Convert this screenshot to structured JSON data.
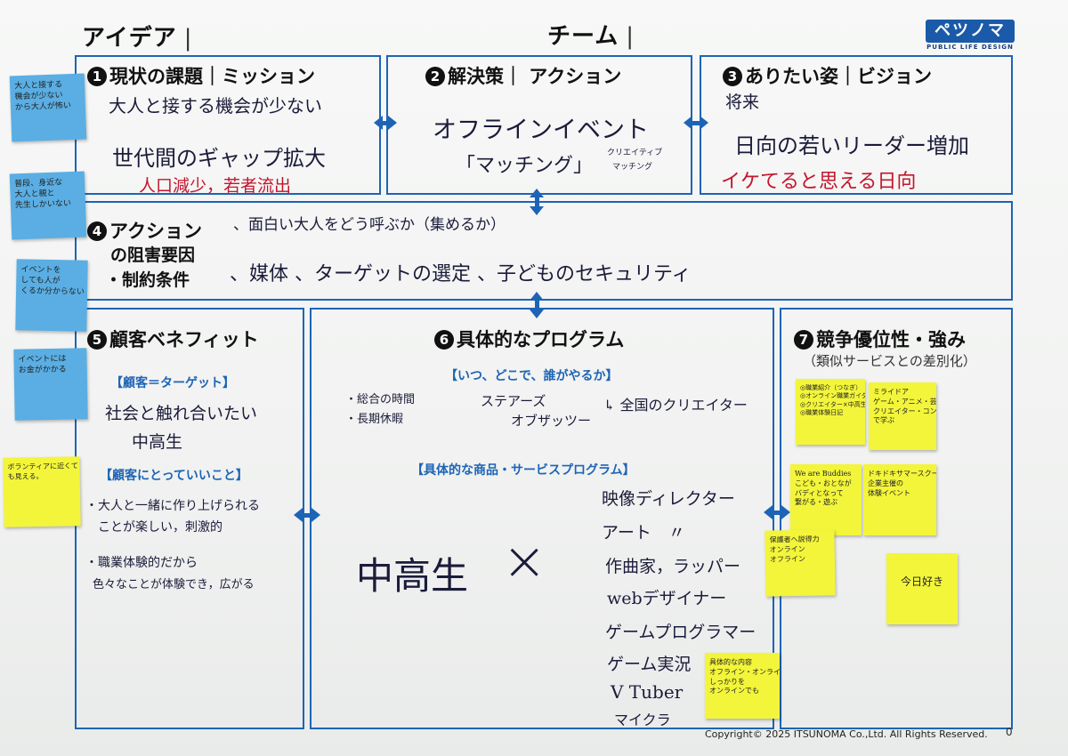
{
  "header": {
    "idea": "アイデア",
    "team": "チーム",
    "logo_mark": "ペツノマ",
    "logo_sub": "PUBLIC LIFE DESIGN"
  },
  "sections": {
    "s1": {
      "num": "1",
      "title": "現状の課題｜ミッション",
      "lines": [
        "大人と接する機会が少ない",
        "世代間のギャップ拡大"
      ],
      "red": "人口減少，若者流出"
    },
    "s2": {
      "num": "2",
      "title": "解決策｜ アクション",
      "lines": [
        "オフラインイベント",
        "「マッチング」"
      ],
      "small": [
        "クリエイティブ",
        "マッチング"
      ]
    },
    "s3": {
      "num": "3",
      "title": "ありたい姿｜ビジョン",
      "lines": [
        "将来",
        "日向の若いリーダー増加"
      ],
      "red": "イケてると思える日向"
    },
    "s4": {
      "num": "4",
      "title_lines": [
        "アクション",
        "の阻害要因",
        "・制約条件"
      ],
      "lines": [
        "、面白い大人をどう呼ぶか（集めるか）",
        "、媒体 、ターゲットの選定 、子どものセキュリティ"
      ]
    },
    "s5": {
      "num": "5",
      "title": "顧客ベネフィット",
      "label1": "【顧客＝ターゲット】",
      "target_lines": [
        "社会と触れ合いたい",
        "中高生"
      ],
      "label2": "【顧客にとっていいこと】",
      "benefits": [
        "・大人と一緒に作り上げられる",
        "ことが楽しい，刺激的",
        "・職業体験的だから",
        "色々なことが体験でき，広がる"
      ]
    },
    "s6": {
      "num": "6",
      "title": "具体的なプログラム",
      "label1": "【いつ、どこで、誰がやるか】",
      "when": [
        "・総合の時間",
        "・長期休暇"
      ],
      "who": [
        "ステアーズ",
        "オブザッツー"
      ],
      "where": "↳ 全国のクリエイター",
      "label2": "【具体的な商品・サービスプログラム】",
      "main": "中高生",
      "cross": "×",
      "roles": [
        "映像ディレクター",
        "アート　〃",
        "作曲家，ラッパー",
        "webデザイナー",
        "ゲームプログラマー",
        "ゲーム実況",
        "V Tuber",
        "マイクラ"
      ]
    },
    "s7": {
      "num": "7",
      "title": "競争優位性・強み",
      "sub": "（類似サービスとの差別化）"
    }
  },
  "stickies": {
    "blue": [
      [
        "大人と接する",
        "機会が少ない",
        "から大人が怖い"
      ],
      [
        "普段、身近な",
        "大人と親と",
        "先生しかいない"
      ],
      [
        "イベントを",
        "しても人が",
        "くるか分からない"
      ],
      [
        "イベントには",
        "お金がかかる"
      ]
    ],
    "yellow_left": [
      "ボランティアに近くて",
      "も見える。"
    ],
    "yellow_right": [
      [
        "◎職業紹介（つなぎ）",
        "◎オンライン職業ガイダンス",
        "◎クリエイター×中高生",
        "◎職業体験日記"
      ],
      [
        "ミライドア",
        "ゲーム・アニメ・芸術",
        "クリエイター・コンテンツ",
        "で学ぶ"
      ],
      [
        "We are Buddies",
        "こども・おとなが",
        "バディとなって",
        "繋がる・遊ぶ"
      ],
      [
        "ドキドキサマースクール",
        "企業主催の",
        "体験イベント"
      ],
      [
        "保護者へ説得力",
        "オンライン",
        "オフライン"
      ],
      [
        "今日好き"
      ],
      [
        "具体的な内容",
        "オフライン・オンライン",
        "しっかりを",
        "オンラインでも"
      ]
    ]
  },
  "footer": {
    "copyright": "Copyright© 2025 ITSUNOMA Co.,Ltd.  All Rights Reserved.",
    "page": "0"
  }
}
